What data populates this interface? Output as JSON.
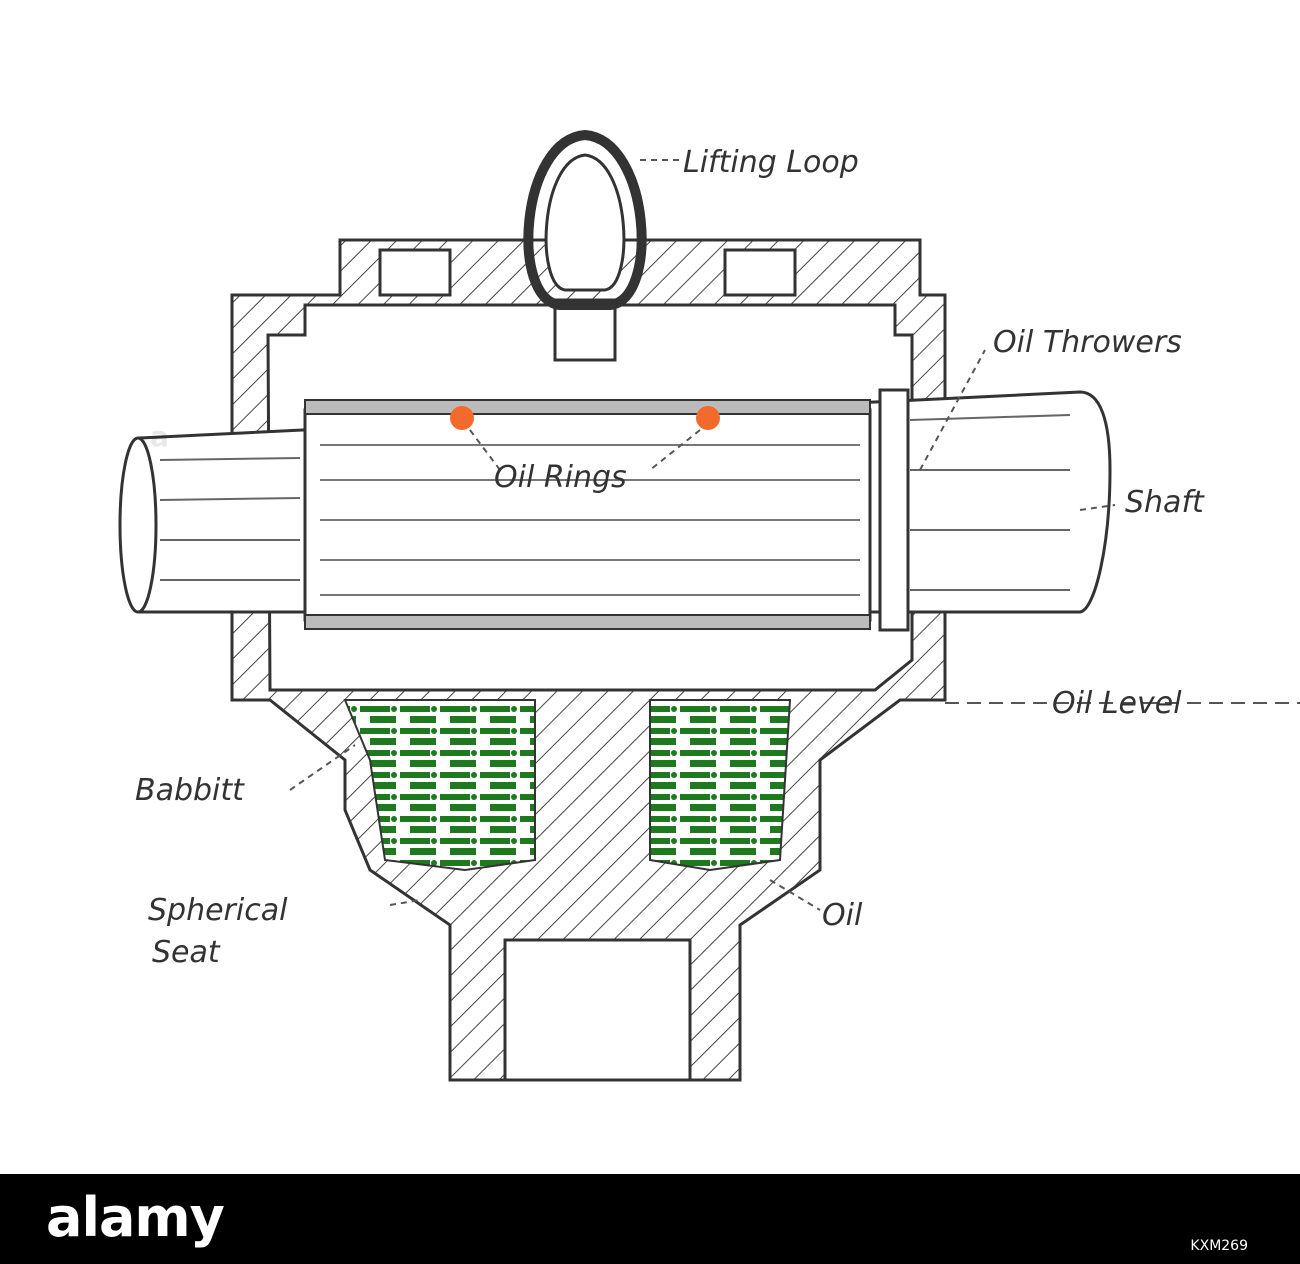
{
  "labels": {
    "lifting_loop": "Lifting Loop",
    "oil_throwers": "Oil Throwers",
    "oil_rings": "Oil Rings",
    "shaft": "Shaft",
    "oil_level": "Oil Level",
    "babbitt": "Babbitt",
    "spherical_line1": "Spherical",
    "spherical_line2": "Seat",
    "oil": "Oil"
  },
  "colors": {
    "line": "#333333",
    "oil_fill": "#1f7a1f",
    "oil_ring": "#f26a2c",
    "footer_bg": "#000000"
  },
  "footer": {
    "logo": "alamy",
    "image_code": "KXM269"
  }
}
